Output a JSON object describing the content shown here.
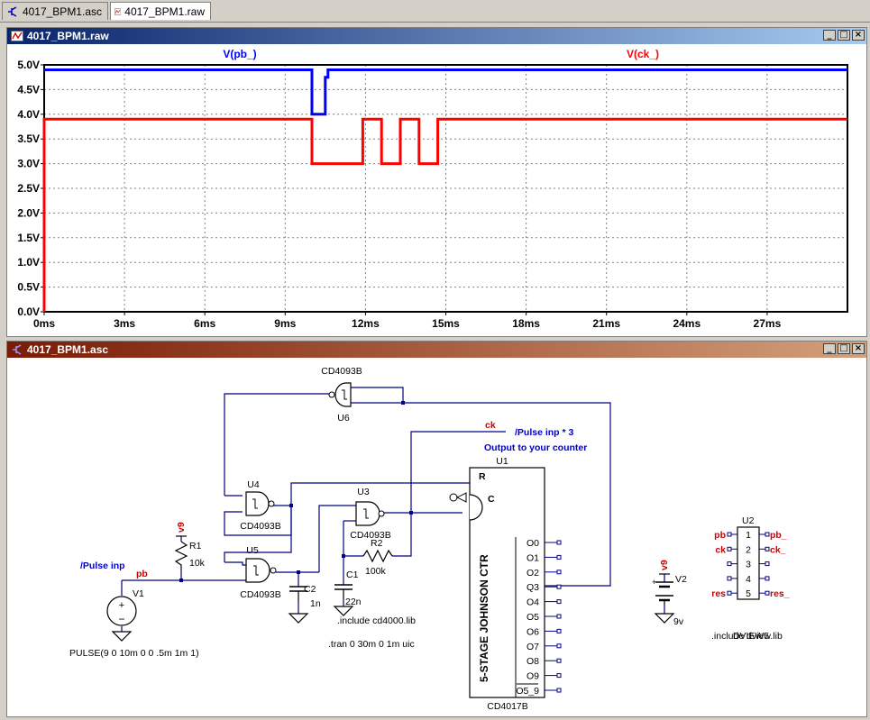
{
  "tabs": [
    {
      "label": "4017_BPM1.asc"
    },
    {
      "label": "4017_BPM1.raw"
    }
  ],
  "waveform_window": {
    "title": "4017_BPM1.raw",
    "buttons": [
      "_",
      "□",
      "×"
    ]
  },
  "schematic_window": {
    "title": "4017_BPM1.asc",
    "buttons": [
      "_",
      "□",
      "×"
    ]
  },
  "colors": {
    "pb_trace": "#0000ff",
    "ck_trace": "#ff0000",
    "wave_titlebar_start": "#0a246a",
    "wave_titlebar_end": "#a6caf0",
    "sch_titlebar_start": "#7a1b05",
    "sch_titlebar_end": "#d4a07a",
    "wire": "#000080",
    "net_label": "#cc0000",
    "comment": "#0000cc"
  },
  "chart_data": {
    "type": "line",
    "xlabel": "",
    "ylabel": "",
    "x_unit": "ms",
    "xlim": [
      0,
      30
    ],
    "ylim": [
      0,
      5
    ],
    "x_ticks": [
      "0ms",
      "3ms",
      "6ms",
      "9ms",
      "12ms",
      "15ms",
      "18ms",
      "21ms",
      "24ms",
      "27ms"
    ],
    "y_ticks": [
      "0.0V",
      "0.5V",
      "1.0V",
      "1.5V",
      "2.0V",
      "2.5V",
      "3.0V",
      "3.5V",
      "4.0V",
      "4.5V",
      "5.0V"
    ],
    "grid": true,
    "series": [
      {
        "name": "V(pb_)",
        "color": "#0000ff",
        "x": [
          0,
          10.0,
          10.0,
          10.5,
          10.5,
          10.6,
          10.6,
          30
        ],
        "y": [
          4.9,
          4.9,
          4.0,
          4.0,
          4.75,
          4.75,
          4.9,
          4.9
        ]
      },
      {
        "name": "V(ck_)",
        "color": "#ff0000",
        "x": [
          0,
          0,
          10.0,
          10.0,
          11.9,
          11.9,
          12.6,
          12.6,
          13.3,
          13.3,
          14.0,
          14.0,
          14.7,
          14.7,
          30
        ],
        "y": [
          0,
          3.9,
          3.9,
          3.0,
          3.0,
          3.9,
          3.9,
          3.0,
          3.0,
          3.9,
          3.9,
          3.0,
          3.0,
          3.9,
          3.9
        ]
      }
    ]
  },
  "schematic": {
    "u6": {
      "part": "CD4093B",
      "ref": "U6"
    },
    "u4": {
      "part": "CD4093B",
      "ref": "U4"
    },
    "u5": {
      "part": "CD4093B",
      "ref": "U5"
    },
    "u3": {
      "part": "CD4093B",
      "ref": "U3"
    },
    "u1": {
      "part": "CD4017B",
      "ref": "U1",
      "body_label": "5-STAGE JOHNSON CTR",
      "pin_r": "R",
      "pin_c": "C",
      "outputs": [
        "O0",
        "O1",
        "O2",
        "Q3",
        "O4",
        "O5",
        "O6",
        "O7",
        "O8",
        "O9",
        "O5_9"
      ]
    },
    "u2": {
      "part": "DVIEW5",
      "ref": "U2",
      "pins": [
        "1",
        "2",
        "3",
        "4",
        "5"
      ],
      "left_labels": [
        "pb",
        "ck",
        "",
        "",
        "res"
      ],
      "right_labels": [
        "pb_",
        "ck_",
        "",
        "",
        "res_"
      ],
      "include": ".include dview.lib"
    },
    "r1": {
      "ref": "R1",
      "value": "10k"
    },
    "r2": {
      "ref": "R2",
      "value": "100k"
    },
    "c1": {
      "ref": "C1",
      "value": "22n"
    },
    "c2": {
      "ref": "C2",
      "value": "1n"
    },
    "v1": {
      "ref": "V1",
      "value": "PULSE(9 0 10m 0 0 .5m 1m 1)"
    },
    "v2": {
      "ref": "V2",
      "value": "9v"
    },
    "nets": {
      "v9": "v9",
      "pb": "pb",
      "ck": "ck"
    },
    "comments": {
      "pulse_inp": "/Pulse inp",
      "pulse_inp3": "/Pulse inp * 3",
      "output": "Output to your counter"
    },
    "directives": {
      "include": ".include cd4000.lib",
      "tran": ".tran 0 30m 0 1m uic"
    }
  }
}
